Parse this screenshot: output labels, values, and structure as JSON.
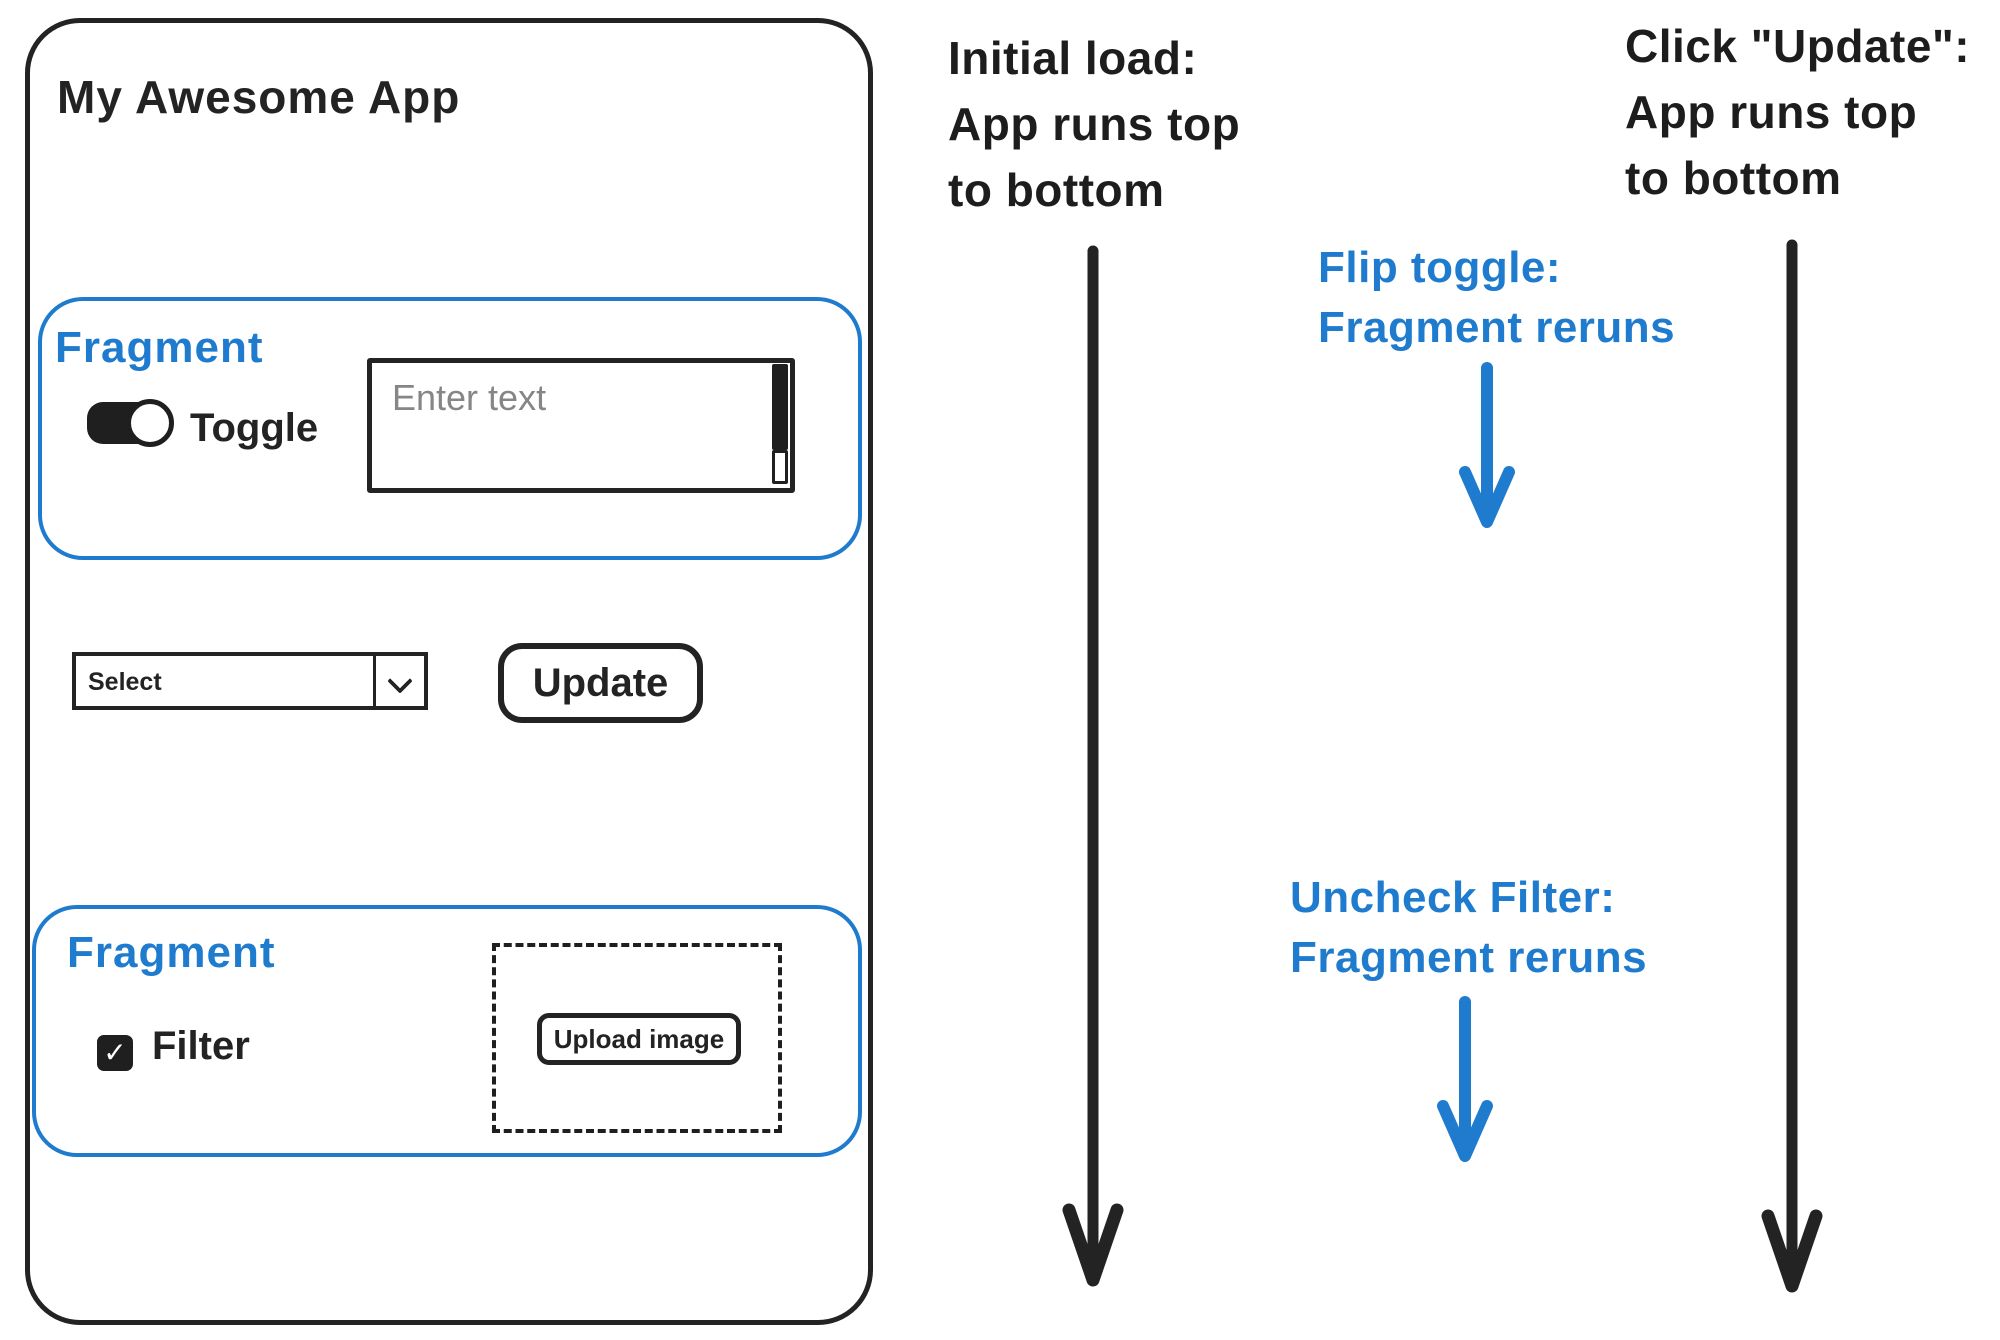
{
  "colors": {
    "accent_blue": "#1e7bce",
    "ink_black": "#232323",
    "placeholder_gray": "#868686"
  },
  "app": {
    "title": "My Awesome App",
    "fragment1": {
      "label": "Fragment",
      "toggle_label": "Toggle",
      "toggle_on": true,
      "text_input": {
        "value": "",
        "placeholder": "Enter text"
      }
    },
    "select": {
      "selected_value": "Select"
    },
    "update_button_label": "Update",
    "fragment2": {
      "label": "Fragment",
      "filter_label": "Filter",
      "filter_checked": true,
      "upload_button_label": "Upload image"
    }
  },
  "annotations": {
    "initial_load": {
      "lines": [
        "Initial load:",
        "App runs top",
        "to bottom"
      ]
    },
    "flip_toggle": {
      "lines": [
        "Flip toggle:",
        "Fragment reruns"
      ]
    },
    "uncheck_filter": {
      "lines": [
        "Uncheck Filter:",
        "Fragment reruns"
      ]
    },
    "click_update": {
      "lines": [
        "Click \"Update\":",
        "App runs top",
        "to bottom"
      ]
    }
  },
  "icons": {
    "chevron": "chevron-down-icon",
    "checkmark": "checkmark-icon"
  }
}
